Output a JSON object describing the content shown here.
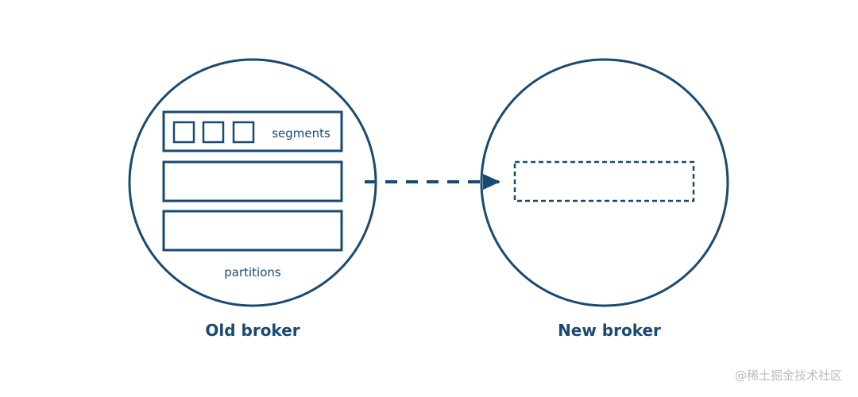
{
  "diagram": {
    "segments_label": "segments",
    "partitions_label": "partitions",
    "old_broker_label": "Old broker",
    "new_broker_label": "New broker",
    "arrow_style": "dashed",
    "new_partition_style": "dashed"
  },
  "watermark": {
    "text": "@稀土掘金技术社区"
  },
  "colors": {
    "stroke": "#1a4a72",
    "background": "#ffffff",
    "watermark": "#b8bcc2"
  }
}
